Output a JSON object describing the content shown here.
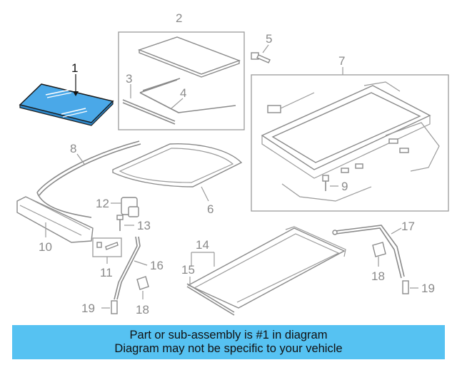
{
  "callouts": [
    {
      "id": "1",
      "label": "1",
      "highlight": true
    },
    {
      "id": "2",
      "label": "2"
    },
    {
      "id": "3",
      "label": "3"
    },
    {
      "id": "4",
      "label": "4"
    },
    {
      "id": "5",
      "label": "5"
    },
    {
      "id": "6",
      "label": "6"
    },
    {
      "id": "7",
      "label": "7"
    },
    {
      "id": "8",
      "label": "8"
    },
    {
      "id": "9",
      "label": "9"
    },
    {
      "id": "10",
      "label": "10"
    },
    {
      "id": "11",
      "label": "11"
    },
    {
      "id": "12",
      "label": "12"
    },
    {
      "id": "13",
      "label": "13"
    },
    {
      "id": "14",
      "label": "14"
    },
    {
      "id": "15",
      "label": "15"
    },
    {
      "id": "16",
      "label": "16"
    },
    {
      "id": "17",
      "label": "17"
    },
    {
      "id": "18a",
      "label": "18"
    },
    {
      "id": "18b",
      "label": "18"
    },
    {
      "id": "19a",
      "label": "19"
    },
    {
      "id": "19b",
      "label": "19"
    }
  ],
  "banner": {
    "line1": "Part or sub-assembly is #1 in diagram",
    "line2": "Diagram may not be specific to your vehicle"
  },
  "colors": {
    "highlight_part": "#4aa8e8",
    "banner_bg": "#56c2f2",
    "line": "#8a8a8a"
  }
}
